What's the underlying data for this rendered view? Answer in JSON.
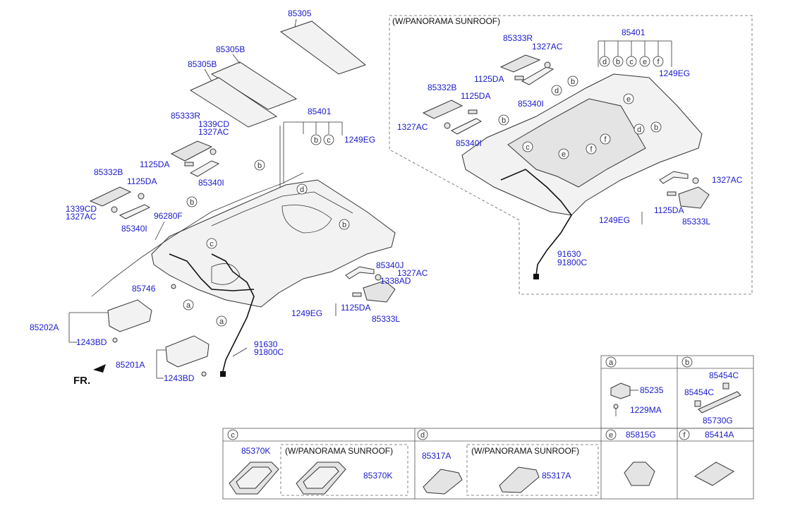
{
  "labels": {
    "p85305": "85305",
    "p85305b_1": "85305B",
    "p85305b_2": "85305B",
    "p85333r": "85333R",
    "p1339cd_1": "1339CD",
    "p1327ac_1": "1327AC",
    "p1125da_1": "1125DA",
    "p85340i_1": "85340I",
    "p85332b": "85332B",
    "p1125da_2": "1125DA",
    "p1339cd_2": "1339CD",
    "p1327ac_2": "1327AC",
    "p85340i_2": "85340I",
    "p96280f": "96280F",
    "p85401": "85401",
    "p1249eg_1": "1249EG",
    "p85746": "85746",
    "p85202a": "85202A",
    "p1243bd_1": "1243BD",
    "p85201a": "85201A",
    "p1243bd_2": "1243BD",
    "p91630": "91630",
    "p91800c": "91800C",
    "p85340j": "85340J",
    "p1327ac_3": "1327AC",
    "p1338ad": "1338AD",
    "p1249eg_2": "1249EG",
    "p1125da_3": "1125DA",
    "p85333l": "85333L",
    "fr": "FR."
  },
  "panorama": {
    "title": "(W/PANORAMA SUNROOF)",
    "p85401": "85401",
    "p85333r": "85333R",
    "p1327ac_1": "1327AC",
    "p1125da_1": "1125DA",
    "p85332b": "85332B",
    "p1125da_2": "1125DA",
    "p1327ac_2": "1327AC",
    "p85340i_1": "85340I",
    "p85340i_2": "85340I",
    "p1249eg_1": "1249EG",
    "p1327ac_3": "1327AC",
    "p1125da_3": "1125DA",
    "p1249eg_2": "1249EG",
    "p85333l": "85333L",
    "p91630": "91630",
    "p91800c": "91800C"
  },
  "callouts": [
    "a",
    "b",
    "c",
    "d",
    "e",
    "f"
  ],
  "table": {
    "a": {
      "key": "a",
      "p1": "85235",
      "p2": "1229MA"
    },
    "b": {
      "key": "b",
      "p1": "85454C",
      "p2": "85454C",
      "p3": "85730G"
    },
    "c": {
      "key": "c",
      "p1": "85370K",
      "sub": "(W/PANORAMA SUNROOF)",
      "p2": "85370K"
    },
    "d": {
      "key": "d",
      "p1": "85317A",
      "sub": "(W/PANORAMA SUNROOF)",
      "p2": "85317A"
    },
    "e": {
      "key": "e",
      "p1": "85815G"
    },
    "f": {
      "key": "f",
      "p1": "85414A"
    }
  }
}
